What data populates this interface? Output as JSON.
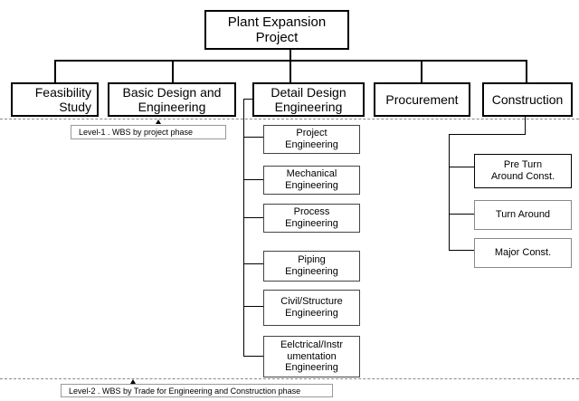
{
  "root": {
    "label": "Plant Expansion\nProject"
  },
  "level1": [
    {
      "id": "feasibility",
      "label": "Feasibility\nStudy"
    },
    {
      "id": "basic-design",
      "label": "Basic Design and\nEngineering"
    },
    {
      "id": "detail-design",
      "label": "Detail Design\nEngineering"
    },
    {
      "id": "procurement",
      "label": "Procurement"
    },
    {
      "id": "construction",
      "label": "Construction"
    }
  ],
  "engineering_children": [
    {
      "label": "Project\nEngineering"
    },
    {
      "label": "Mechanical\nEngineering"
    },
    {
      "label": "Process\nEngineering"
    },
    {
      "label": "Piping\nEngineering"
    },
    {
      "label": "Civil/Structure\nEngineering"
    },
    {
      "label": "Eelctrical/Instr\numentation\nEngineering"
    }
  ],
  "construction_children": [
    {
      "label": "Pre Turn\nAround Const."
    },
    {
      "label": "Turn Around"
    },
    {
      "label": "Major Const."
    }
  ],
  "notes": {
    "level1": "Level-1 . WBS by project phase",
    "level2": "Level-2 . WBS by Trade for Engineering and Construction phase"
  }
}
